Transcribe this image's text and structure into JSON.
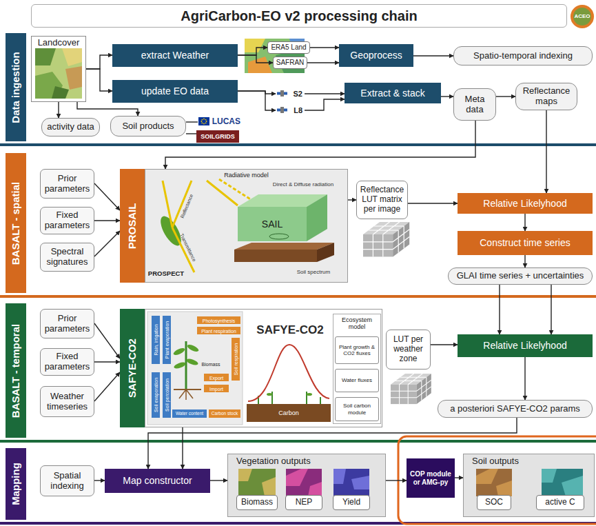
{
  "diagram": {
    "title": "AgriCarbon-EO v2 processing chain",
    "nodes": [
      {
        "text": [
          "Data ingestion"
        ]
      },
      {
        "text": [
          "Landcover"
        ]
      },
      {
        "text": [
          "extract Weather"
        ]
      },
      {
        "text": [
          "update EO data"
        ]
      },
      {
        "text": [
          "activity data"
        ]
      },
      {
        "text": [
          "Soil products"
        ]
      },
      {
        "text": [
          "ERA5 Land"
        ]
      },
      {
        "text": [
          "SAFRAN"
        ]
      },
      {
        "text": [
          "S2"
        ]
      },
      {
        "text": [
          "L8"
        ]
      },
      {
        "text": [
          "LUCAS"
        ]
      },
      {
        "text": [
          "SOILGRIDS"
        ]
      },
      {
        "text": [
          "Geoprocess"
        ]
      },
      {
        "text": [
          "Spatio-temporal indexing"
        ]
      },
      {
        "text": [
          "Extract & stack"
        ]
      },
      {
        "text": [
          "Meta data"
        ]
      },
      {
        "text": [
          "Reflectance maps"
        ]
      },
      {
        "text": [
          "BASALT - spatial"
        ]
      },
      {
        "text": [
          "Prior parameters"
        ]
      },
      {
        "text": [
          "Fixed parameters"
        ]
      },
      {
        "text": [
          "Spectral signatures"
        ]
      },
      {
        "text": [
          "PROSAIL"
        ]
      },
      {
        "text": [
          "Radiative model"
        ]
      },
      {
        "text": [
          "Reflectance LUT matrix per image"
        ]
      },
      {
        "text": [
          "Relative Likelyhood"
        ]
      },
      {
        "text": [
          "Construct time series"
        ]
      },
      {
        "text": [
          "GLAI time series + uncertainties"
        ]
      },
      {
        "text": [
          "BASALT - temporal"
        ]
      },
      {
        "text": [
          "Prior parameters"
        ]
      },
      {
        "text": [
          "Fixed parameters"
        ]
      },
      {
        "text": [
          "Weather timeseries"
        ]
      },
      {
        "text": [
          "SAFYE-CO2"
        ]
      },
      {
        "text": [
          "SAFYE-CO2"
        ]
      },
      {
        "text": [
          "Ecosystem model"
        ],
        "in": 32
      },
      {
        "text": [
          "Plant growth & CO2 fluxes"
        ],
        "in": 33
      },
      {
        "text": [
          "Water fluxes"
        ],
        "in": 33
      },
      {
        "text": [
          "Soil carbon module"
        ],
        "in": 33
      },
      {
        "text": [
          "LUT per weather zone"
        ]
      },
      {
        "text": [
          "Relative Likelyhood"
        ]
      },
      {
        "text": [
          "a posteriori SAFYE-CO2 params"
        ]
      },
      {
        "text": [
          "Mapping"
        ]
      },
      {
        "text": [
          "Spatial indexing"
        ]
      },
      {
        "text": [
          "Map constructor"
        ]
      },
      {
        "text": [
          "Vegetation outputs"
        ]
      },
      {
        "text": [
          "Biomass"
        ],
        "in": 43
      },
      {
        "text": [
          "NEP"
        ],
        "in": 43
      },
      {
        "text": [
          "Yield"
        ],
        "in": 43
      },
      {
        "text": [
          "COP module or AMG-py"
        ]
      },
      {
        "text": [
          "Soil outputs"
        ]
      },
      {
        "text": [
          "SOC"
        ],
        "in": 48
      },
      {
        "text": [
          "active C"
        ],
        "in": 48
      }
    ],
    "edges": [
      {
        "from": 1,
        "to": 2,
        "arrow": "to"
      },
      {
        "from": 1,
        "to": 3,
        "arrow": "to"
      },
      {
        "from": 1,
        "to": 4,
        "arrow": "to"
      },
      {
        "from": 1,
        "to": 5,
        "arrow": "to"
      },
      {
        "from": 2,
        "to": 6,
        "arrow": "to"
      },
      {
        "from": 2,
        "to": 7,
        "arrow": "to"
      },
      {
        "from": 3,
        "to": 8,
        "arrow": "to"
      },
      {
        "from": 3,
        "to": 9,
        "arrow": "to"
      },
      {
        "from": 5,
        "to": 10,
        "arrow": "none"
      },
      {
        "from": 5,
        "to": 11,
        "arrow": "none"
      },
      {
        "from": 6,
        "to": 12,
        "arrow": "to"
      },
      {
        "from": 7,
        "to": 12,
        "arrow": "to"
      },
      {
        "from": 12,
        "to": 13,
        "arrow": "to"
      },
      {
        "from": 8,
        "to": 14,
        "arrow": "to"
      },
      {
        "from": 9,
        "to": 14,
        "arrow": "to"
      },
      {
        "from": 14,
        "to": 15,
        "arrow": "to"
      },
      {
        "from": 15,
        "to": 16,
        "arrow": "to"
      },
      {
        "from": 15,
        "to": 22,
        "arrow": "to"
      },
      {
        "from": 16,
        "to": 24,
        "arrow": "to"
      },
      {
        "from": 18,
        "to": 21,
        "arrow": "to"
      },
      {
        "from": 19,
        "to": 21,
        "arrow": "to"
      },
      {
        "from": 20,
        "to": 21,
        "arrow": "to"
      },
      {
        "from": 22,
        "to": 23,
        "arrow": "to"
      },
      {
        "from": 23,
        "to": 24,
        "arrow": "to"
      },
      {
        "from": 24,
        "to": 25,
        "arrow": "to"
      },
      {
        "from": 25,
        "to": 26,
        "arrow": "to"
      },
      {
        "from": 26,
        "to": 38,
        "arrow": "to"
      },
      {
        "from": 26,
        "to": 38,
        "arrow": "to"
      },
      {
        "from": 28,
        "to": 31,
        "arrow": "to"
      },
      {
        "from": 29,
        "to": 31,
        "arrow": "to"
      },
      {
        "from": 30,
        "to": 31,
        "arrow": "to"
      },
      {
        "from": 37,
        "to": 38,
        "arrow": "to"
      },
      {
        "from": 38,
        "to": 39,
        "arrow": "to"
      },
      {
        "from": 39,
        "to": 42,
        "arrow": "to"
      },
      {
        "from": 32,
        "to": 42,
        "arrow": "to"
      },
      {
        "from": 41,
        "to": 42,
        "arrow": "to"
      },
      {
        "from": 42,
        "to": 43,
        "arrow": "to"
      },
      {
        "from": 43,
        "to": 47,
        "arrow": "to"
      },
      {
        "from": 47,
        "to": 48,
        "arrow": "to"
      }
    ],
    "labels": [
      "ACEO",
      "SAIL",
      "PROSPECT",
      "Reflectance",
      "Transmittance",
      "Direct & Diffuse radiation",
      "Soil spectrum",
      "Rain, irrigation",
      "Plant evaporation",
      "Photosynthesis",
      "Plant respiration",
      "Soil evaporation",
      "Soil percolation",
      "Soil respiration",
      "Export",
      "Import",
      "Biomass",
      "Water content",
      "Carbon stock",
      "Carbon"
    ]
  }
}
